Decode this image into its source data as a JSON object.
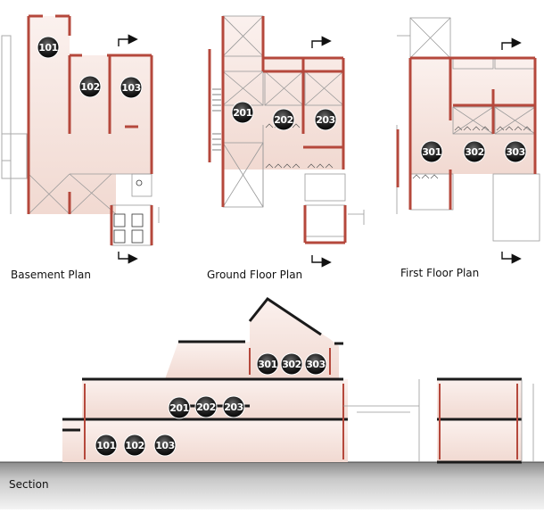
{
  "captions": {
    "basement": "Basement Plan",
    "ground": "Ground Floor Plan",
    "first": "First Floor Plan",
    "section": "Section"
  },
  "rooms": {
    "basement": [
      "101",
      "102",
      "103"
    ],
    "ground": [
      "201",
      "202",
      "203"
    ],
    "first": [
      "301",
      "302",
      "303"
    ],
    "section_upper": [
      "301",
      "302",
      "303"
    ],
    "section_middle": [
      "201",
      "202",
      "203"
    ],
    "section_lower": [
      "101",
      "102",
      "103"
    ]
  },
  "colors": {
    "wall_red": "#b5483c",
    "wall_black": "#1a1a1a",
    "room_fill": "#f6e6e0",
    "grid_line": "#888888",
    "badge": "#1c1c1c",
    "ground_gradient_top": "#8c8c8c",
    "ground_gradient_bottom": "#f0f0f0"
  },
  "icons": {
    "section_arrow": "corner-arrow-icon",
    "room_badge": "room-number-badge"
  }
}
